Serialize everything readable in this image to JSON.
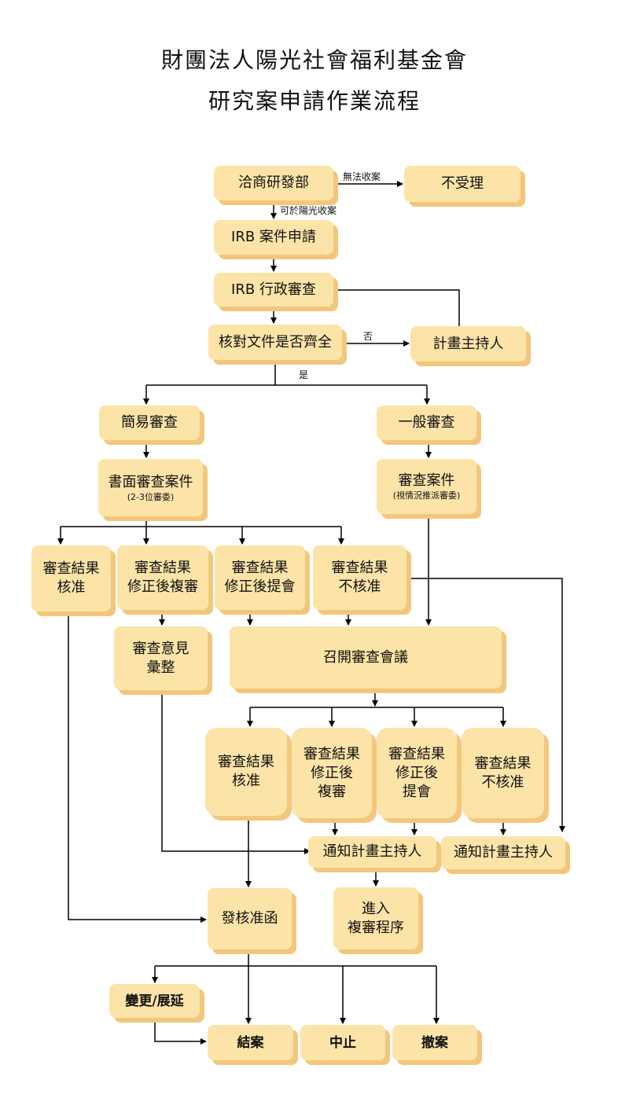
{
  "title": {
    "line1": "財團法人陽光社會福利基金會",
    "line2": "研究案申請作業流程"
  },
  "nodes": {
    "consult": "洽商研發部",
    "reject": "不受理",
    "irb_apply": "IRB 案件申請",
    "irb_admin": "IRB 行政審查",
    "check_docs": "核對文件是否齊全",
    "pi_top": "計畫主持人",
    "simple_review": "簡易審查",
    "general_review": "一般審查",
    "written_review": {
      "main": "書面審查案件",
      "sub": "(2-3位審委)"
    },
    "review_case": {
      "main": "審查案件",
      "sub": "(視情況推派審委)"
    },
    "s_approve": "審查結果\n核准",
    "s_revise_rereview": "審查結果\n修正後複審",
    "s_revise_meeting": "審查結果\n修正後提會",
    "s_reject": "審查結果\n不核准",
    "opinion_compile": "審查意見\n彙整",
    "convene_meeting": "召開審查會議",
    "m_approve": "審查結果\n核准",
    "m_revise_rereview": "審查結果\n修正後\n複審",
    "m_revise_meeting": "審查結果\n修正後\n提會",
    "m_reject": "審查結果\n不核准",
    "notify_pi_1": "通知計畫主持人",
    "notify_pi_2": "通知計畫主持人",
    "issue_letter": "發核准函",
    "enter_rereview": "進入\n複審程序",
    "change_extend": "變更/展延",
    "close_case": "結案",
    "suspend": "中止",
    "withdraw": "撤案"
  },
  "edge_labels": {
    "cannot_accept": "無法收案",
    "can_accept": "可於陽光收案",
    "no": "否",
    "yes": "是"
  }
}
